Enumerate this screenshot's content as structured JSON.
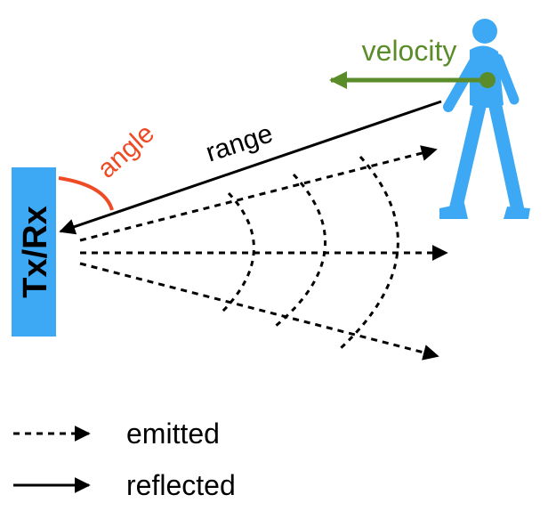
{
  "device": {
    "label": "Tx/Rx",
    "color": "#3da9f5"
  },
  "labels": {
    "velocity": "velocity",
    "range": "range",
    "angle": "angle"
  },
  "legend": {
    "emitted": "emitted",
    "reflected": "reflected"
  },
  "colors": {
    "velocity": "#5b8c2a",
    "angle": "#ee4b25",
    "person": "#3da9f5",
    "lines": "#000000"
  },
  "icons": [
    "walking-person-icon"
  ]
}
